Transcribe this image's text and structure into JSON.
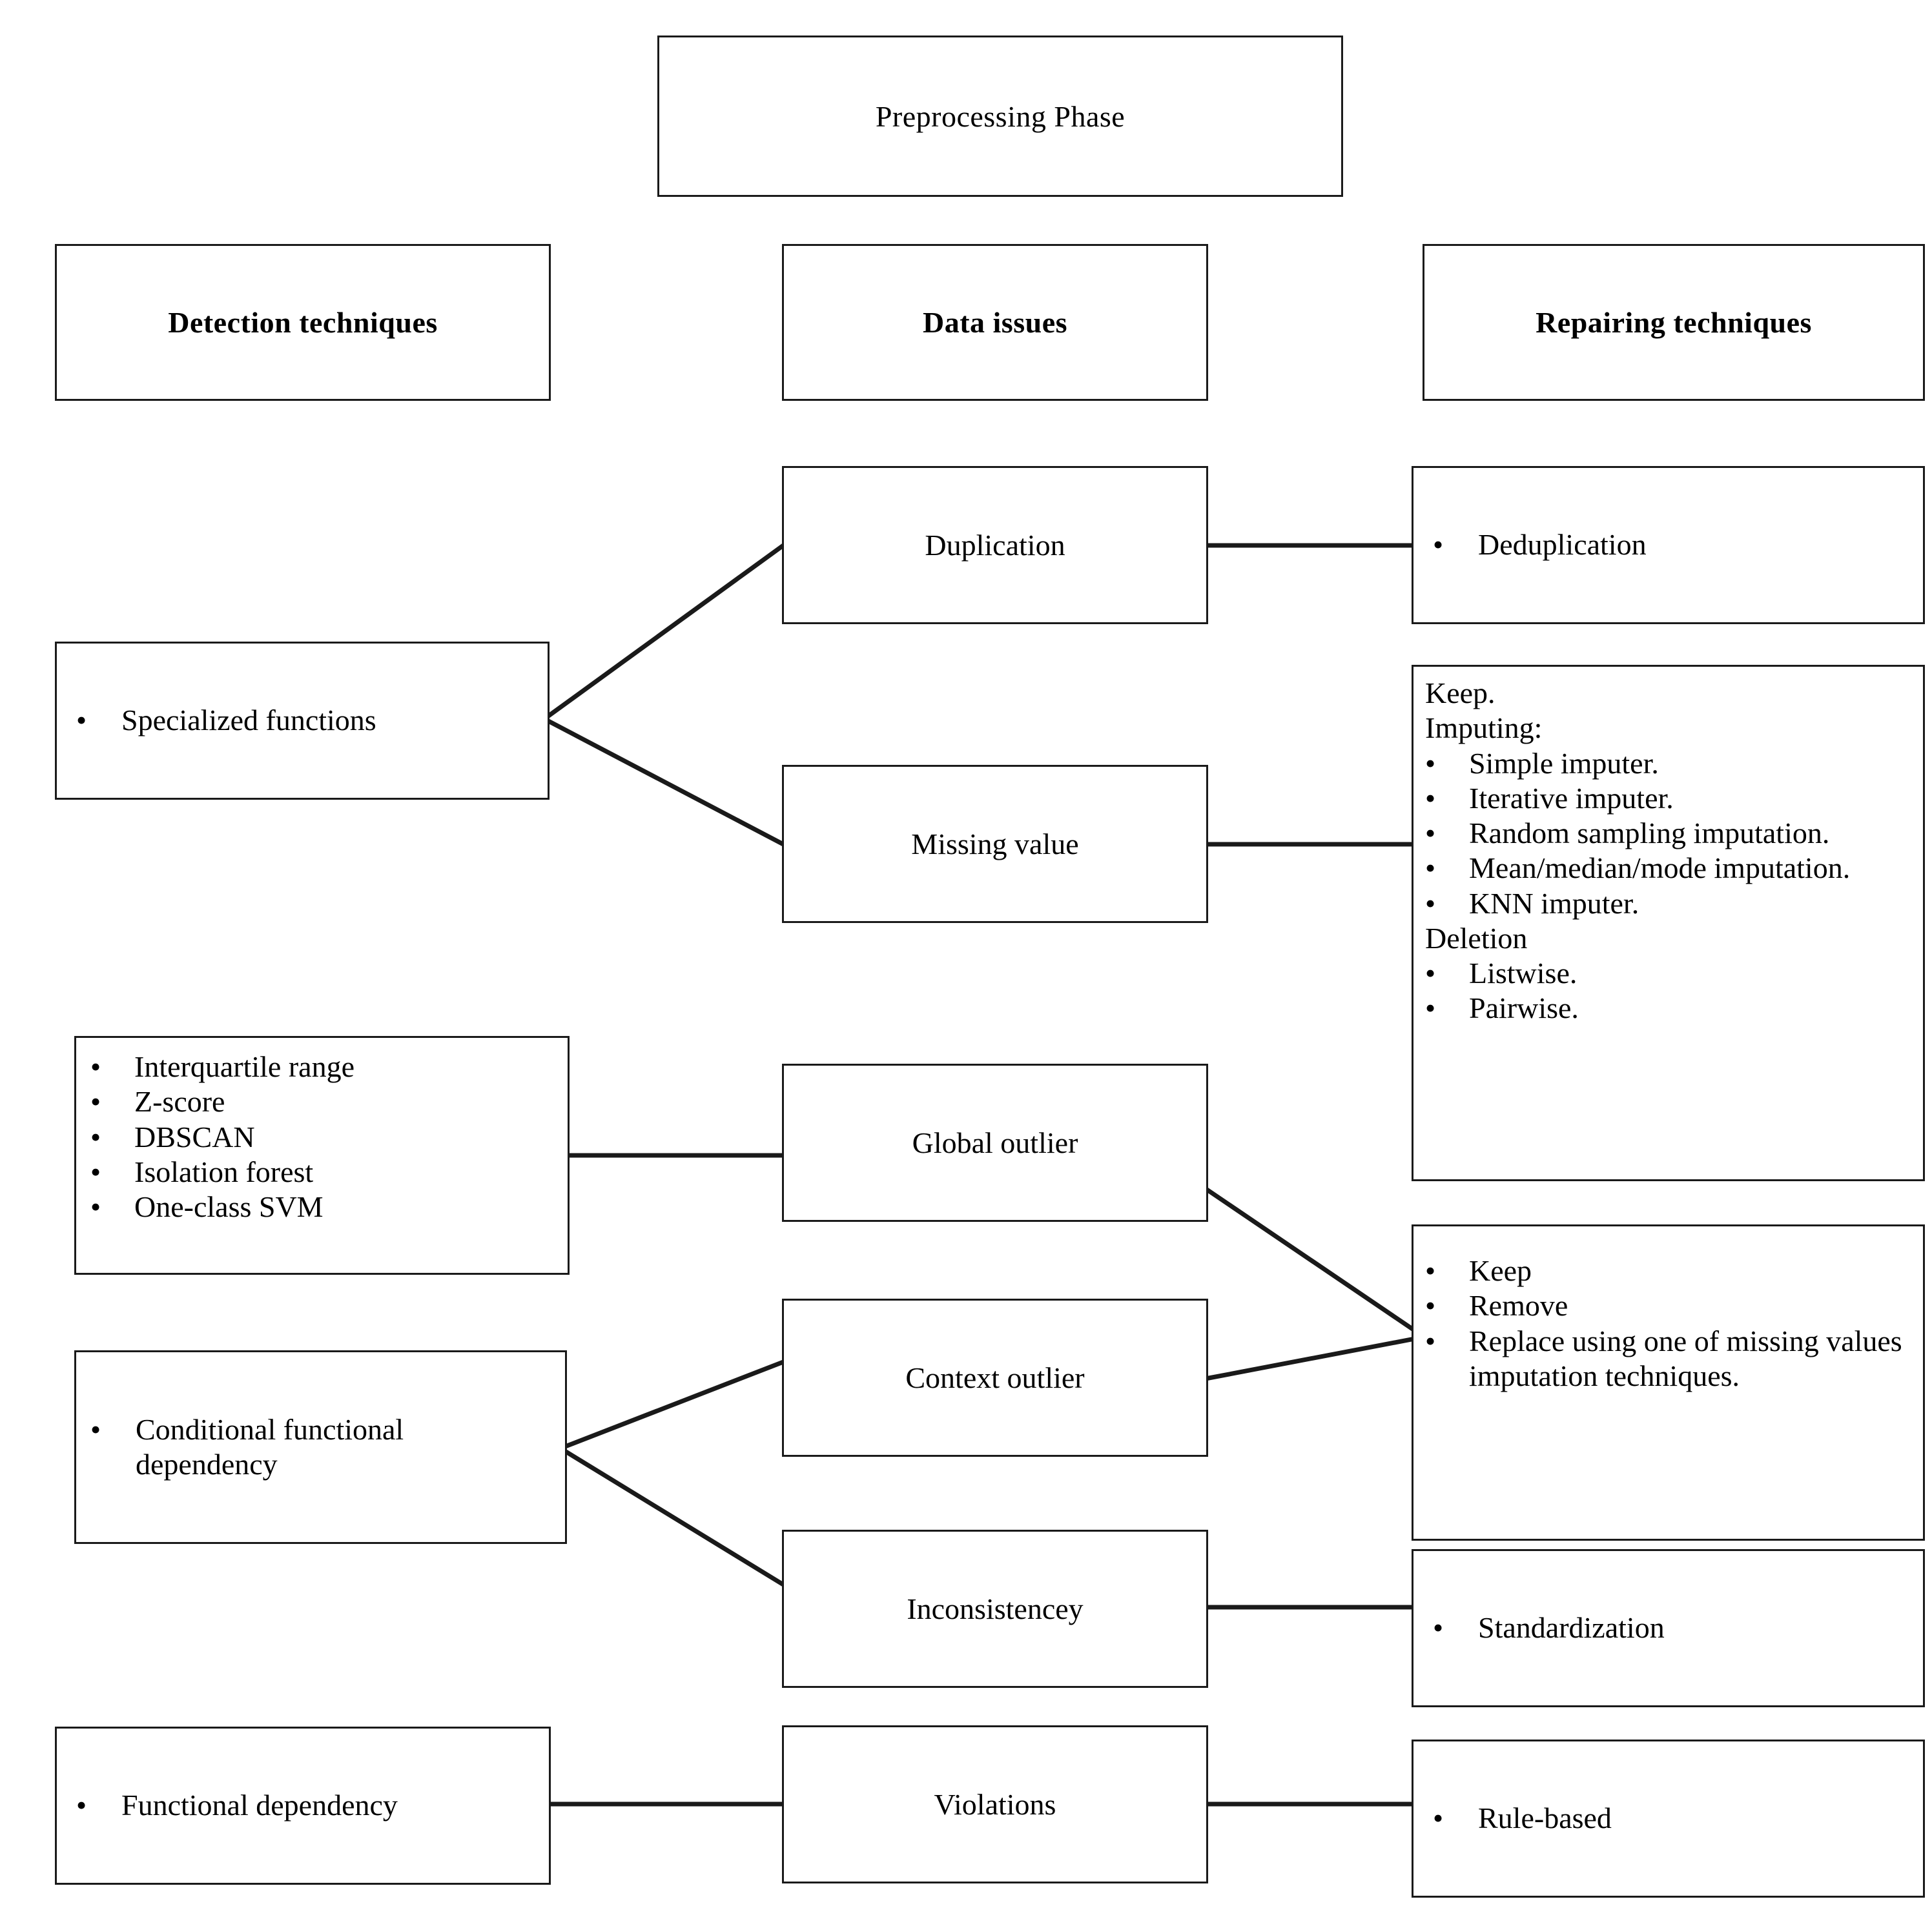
{
  "diagram": {
    "title": "Preprocessing Phase",
    "columns": {
      "detection": "Detection techniques",
      "issues": "Data issues",
      "repairing": "Repairing techniques"
    },
    "bullet_glyph": "•",
    "detection_nodes": {
      "specialized_functions": "Specialized functions",
      "outlier_methods": [
        "Interquartile range",
        "Z-score",
        "DBSCAN",
        "Isolation forest",
        "One-class SVM"
      ],
      "conditional_functional_dependency": "Conditional functional dependency",
      "functional_dependency": "Functional dependency"
    },
    "issue_nodes": {
      "duplication": "Duplication",
      "missing_value": "Missing value",
      "global_outlier": "Global outlier",
      "context_outlier": "Context outlier",
      "inconsistency": "Inconsistencey",
      "violations": "Violations"
    },
    "repair_nodes": {
      "deduplication": "Deduplication",
      "missing_value_repair": {
        "keep": "Keep.",
        "imputing_heading": "Imputing:",
        "imputing_items": [
          "Simple imputer.",
          "Iterative imputer.",
          "Random sampling imputation.",
          "Mean/median/mode imputation.",
          "KNN imputer."
        ],
        "deletion_heading": "Deletion",
        "deletion_items": [
          "Listwise.",
          "Pairwise."
        ]
      },
      "outlier_repair_items": [
        "Keep",
        "Remove",
        "Replace using one of missing values imputation techniques."
      ],
      "standardization": "Standardization",
      "rule_based": "Rule-based"
    },
    "colors": {
      "border": "#1a1a1a",
      "text": "#000000",
      "background": "#ffffff",
      "connector": "#1a1a1a"
    }
  }
}
